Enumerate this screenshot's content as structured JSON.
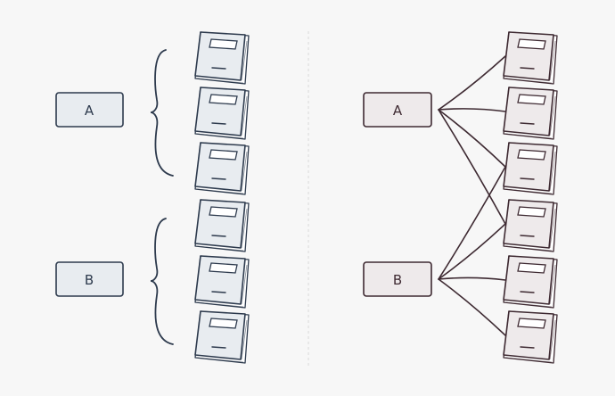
{
  "colors": {
    "background": "#f7f7f7",
    "left_stroke": "#2d3a4d",
    "left_fill": "#e8ecf0",
    "right_stroke": "#3e2a32",
    "right_fill": "#eeeaeb",
    "divider": "#d9d9d9"
  },
  "left_panel": {
    "nodes": [
      {
        "id": "A",
        "label": "A"
      },
      {
        "id": "B",
        "label": "B"
      }
    ],
    "groups": [
      {
        "node": "A",
        "books": [
          0,
          1,
          2
        ]
      },
      {
        "node": "B",
        "books": [
          3,
          4,
          5
        ]
      }
    ],
    "book_icon": "book-icon"
  },
  "right_panel": {
    "nodes": [
      {
        "id": "A",
        "label": "A"
      },
      {
        "id": "B",
        "label": "B"
      }
    ],
    "links": [
      {
        "node": "A",
        "books": [
          0,
          1,
          2,
          3
        ]
      },
      {
        "node": "B",
        "books": [
          2,
          3,
          4,
          5
        ]
      }
    ],
    "book_icon": "book-icon"
  }
}
